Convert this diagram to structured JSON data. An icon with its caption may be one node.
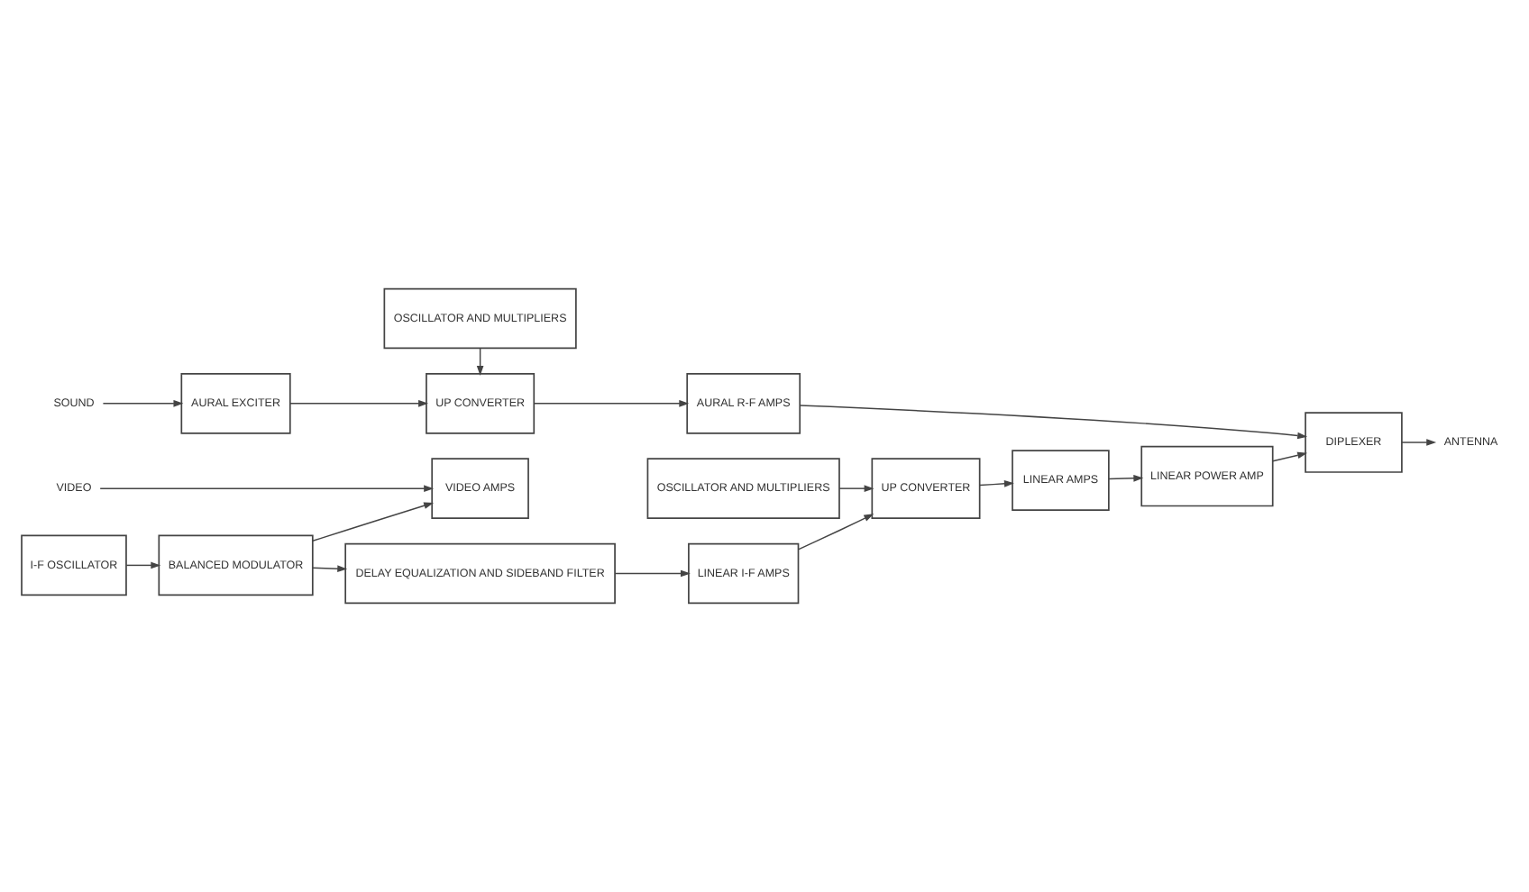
{
  "diagram": {
    "nodes": [
      {
        "text": [
          "DELAY EQUALIZATION AND SIDEBAND FILTER"
        ]
      },
      {
        "text": [
          "LINEAR I-F AMPS"
        ]
      },
      {
        "text": [
          "UP CONVERTER"
        ]
      },
      {
        "text": [
          "LINEAR AMPS"
        ]
      },
      {
        "text": [
          "LINEAR POWER AMP"
        ]
      },
      {
        "text": [
          "BALANCED MODULATOR"
        ]
      },
      {
        "text": [
          "VIDEO AMPS"
        ]
      },
      {
        "text": [
          "OSCILLATOR AND MULTIPLIERS"
        ]
      },
      {
        "text": [
          "I-F OSCILLATOR"
        ]
      },
      {
        "text": [
          "AURAL R-F AMPS"
        ]
      },
      {
        "text": [
          "DIPLEXER"
        ]
      },
      {
        "text": [
          "UP CONVERTER"
        ]
      },
      {
        "text": [
          "VIDEO"
        ]
      },
      {
        "text": [
          "SOUND"
        ]
      },
      {
        "text": [
          "AURAL EXCITER"
        ]
      },
      {
        "text": [
          "OSCILLATOR AND MULTIPLIERS"
        ]
      },
      {
        "text": [
          "ANTENNA"
        ]
      }
    ],
    "edges": [
      {
        "from": 0,
        "to": 1,
        "arrow": "to"
      },
      {
        "from": 1,
        "to": 2,
        "arrow": "to"
      },
      {
        "from": 2,
        "to": 3,
        "arrow": "to"
      },
      {
        "from": 3,
        "to": 4,
        "arrow": "to"
      },
      {
        "from": 5,
        "to": 0,
        "arrow": "to"
      },
      {
        "from": 5,
        "to": 6,
        "arrow": "to"
      },
      {
        "from": 7,
        "to": 2,
        "arrow": "to"
      },
      {
        "from": 8,
        "to": 5,
        "arrow": "to"
      },
      {
        "from": 4,
        "to": 10,
        "arrow": "to"
      },
      {
        "from": 12,
        "to": 6,
        "arrow": "to"
      },
      {
        "from": 13,
        "to": 14,
        "arrow": "to"
      },
      {
        "from": 14,
        "to": 11,
        "arrow": "to"
      },
      {
        "from": 11,
        "to": 9,
        "arrow": "to"
      },
      {
        "from": 9,
        "to": 10,
        "arrow": "to"
      },
      {
        "from": 15,
        "to": 11,
        "arrow": "to"
      },
      {
        "from": 10,
        "to": 16,
        "arrow": "to"
      }
    ]
  }
}
